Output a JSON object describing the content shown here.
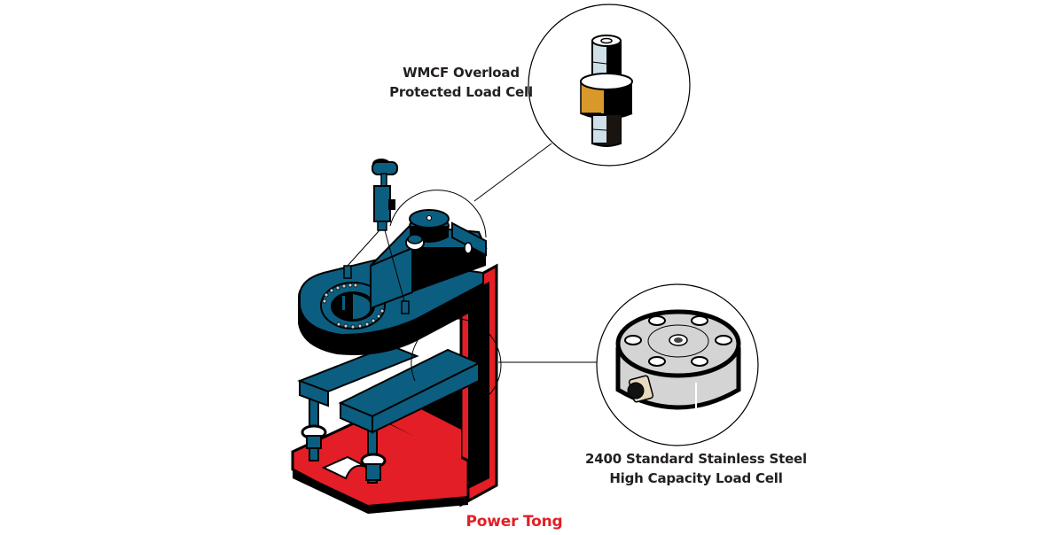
{
  "diagram": {
    "callouts": [
      {
        "id": "wmcf",
        "lines": [
          "WMCF Overload",
          "Protected Load Cell"
        ]
      },
      {
        "id": "2400",
        "lines": [
          "2400 Standard Stainless Steel",
          "High Capacity Load Cell"
        ]
      }
    ],
    "main_label": "Power Tong",
    "colors": {
      "tong_blue": "#0b5e80",
      "base_red": "#e31e26",
      "outline": "#000000",
      "label_text": "#231f20",
      "main_label": "#e31e26",
      "load_cell_orange": "#d9992a",
      "steel_gray": "#cfd0d0"
    }
  }
}
